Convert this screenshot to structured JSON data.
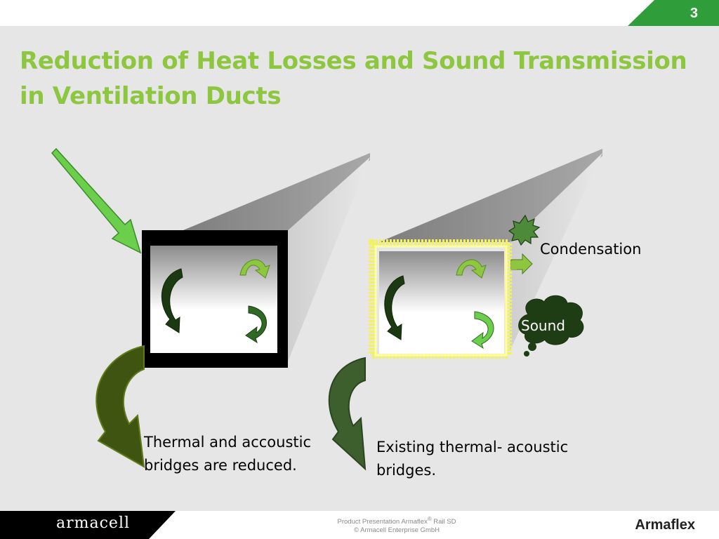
{
  "slide": {
    "number": "3",
    "title": "Reduction of Heat Losses and Sound Transmission in Ventilation Ducts"
  },
  "labels": {
    "condensation": "Condensation",
    "sound": "Sound",
    "reduced_line1": "Thermal and accoustic",
    "reduced_line2": "bridges are reduced.",
    "existing_line1": "Existing thermal- acoustic",
    "existing_line2": "bridges."
  },
  "footer": {
    "left_logo": "armacell",
    "center_line1_prefix": "Product Presentation Armaflex",
    "center_sup": "®",
    "center_line1_suffix": " Rail SD",
    "center_line2": "© Armacell Enterprise GmbH",
    "right_logo": "Armaflex"
  },
  "colors": {
    "title_green": "#8dc63f",
    "accent_green": "#2f9e3a",
    "dark_green": "#1e3d14",
    "olive": "#3f5410",
    "insulation_yellow": "#f2f25a"
  }
}
